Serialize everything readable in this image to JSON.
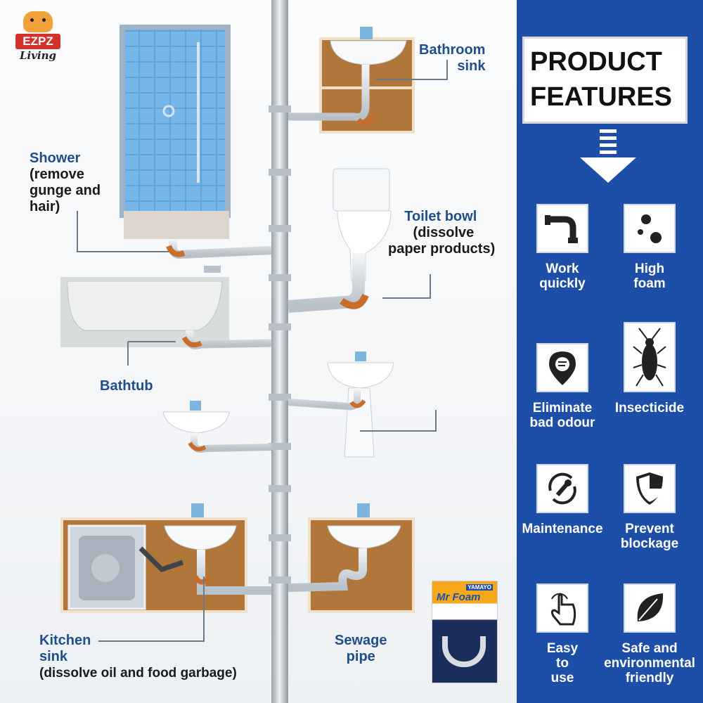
{
  "brand": {
    "name": "EZPZ",
    "tagline": "Living"
  },
  "labels": {
    "bathroom_sink": [
      "Bathroom",
      "sink"
    ],
    "shower": {
      "title": "Shower",
      "lines": [
        "(remove",
        "gunge and",
        "hair)"
      ]
    },
    "toilet": {
      "title": "Toilet bowl",
      "lines": [
        "(dissolve",
        "paper products)"
      ]
    },
    "bathtub": "Bathtub",
    "kitchen": {
      "title": [
        "Kitchen",
        "sink"
      ],
      "note": "(dissolve oil and food garbage)"
    },
    "sewage": [
      "Sewage",
      "pipe"
    ]
  },
  "product": {
    "name": "Mr Foam",
    "maker": "YAMAYO"
  },
  "panel": {
    "title": [
      "PRODUCT",
      "FEATURES"
    ],
    "features": [
      {
        "icon": "pipe-icon",
        "label": [
          "Work",
          "quickly"
        ]
      },
      {
        "icon": "bubbles-icon",
        "label": [
          "High",
          "foam"
        ]
      },
      {
        "icon": "odour-pin-icon",
        "label": [
          "Eliminate",
          "bad odour"
        ]
      },
      {
        "icon": "cockroach-icon",
        "label": [
          "Insecticide"
        ]
      },
      {
        "icon": "wrench-cycle-icon",
        "label": [
          "Maintenance"
        ]
      },
      {
        "icon": "shield-icon",
        "label": [
          "Prevent",
          "blockage"
        ]
      },
      {
        "icon": "hand-pointer-icon",
        "label": [
          "Easy",
          "to",
          "use"
        ]
      },
      {
        "icon": "leaf-icon",
        "label": [
          "Safe and",
          "environmental",
          "friendly"
        ]
      }
    ]
  },
  "colors": {
    "panel_blue": "#1d4fa8",
    "label_blue": "#1f4e8c",
    "pipe": "#d9dde2",
    "cabinet": "#b0763a"
  }
}
